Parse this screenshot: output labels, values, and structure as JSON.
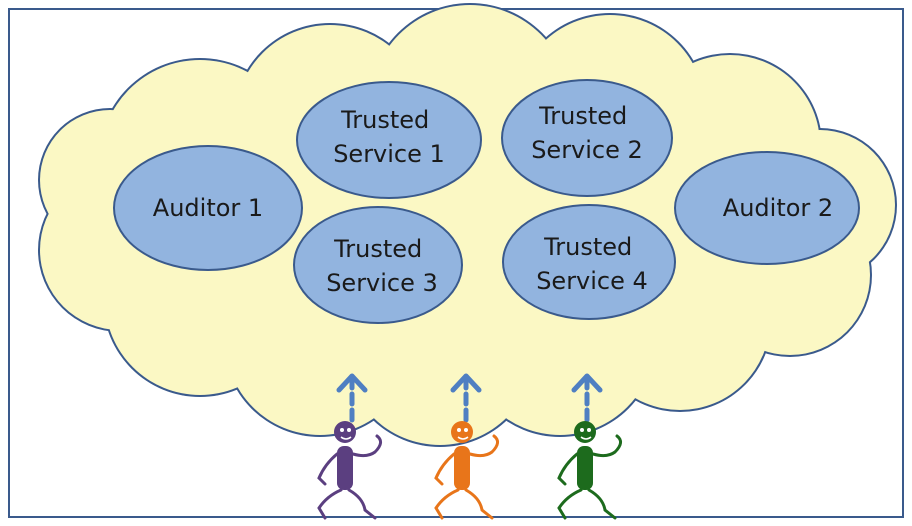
{
  "nodes": [
    {
      "id": "auditor-1",
      "lines": [
        "Auditor 1"
      ]
    },
    {
      "id": "trusted-service-1",
      "lines": [
        "Trusted",
        "Service 1"
      ]
    },
    {
      "id": "trusted-service-2",
      "lines": [
        "Trusted",
        "Service 2"
      ]
    },
    {
      "id": "auditor-2",
      "lines": [
        "Auditor 2"
      ]
    },
    {
      "id": "trusted-service-3",
      "lines": [
        "Trusted",
        "Service 3"
      ]
    },
    {
      "id": "trusted-service-4",
      "lines": [
        "Trusted",
        "Service 4"
      ]
    }
  ],
  "users": [
    {
      "id": "user-purple",
      "color": "#5b3f80"
    },
    {
      "id": "user-orange",
      "color": "#e8751a"
    },
    {
      "id": "user-green",
      "color": "#1d6b1d"
    }
  ],
  "colors": {
    "cloud_fill": "#fbf8c4",
    "cloud_stroke": "#3a5a8c",
    "node_fill": "#92b4df",
    "node_stroke": "#3a5a8c",
    "arrow": "#4f7fc2",
    "frame": "#3a5a8c"
  }
}
